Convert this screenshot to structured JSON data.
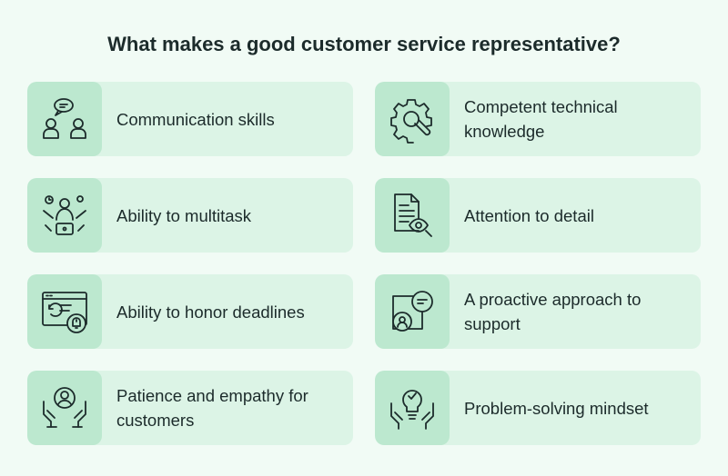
{
  "title": "What makes a good customer service representative?",
  "items": [
    {
      "label": "Communication skills",
      "icon": "communication-icon"
    },
    {
      "label": "Competent technical knowledge",
      "icon": "gear-wrench-icon"
    },
    {
      "label": "Ability to multitask",
      "icon": "multitask-icon"
    },
    {
      "label": "Attention to detail",
      "icon": "document-eye-icon"
    },
    {
      "label": "Ability to honor deadlines",
      "icon": "calendar-alarm-icon"
    },
    {
      "label": "A proactive approach to support",
      "icon": "support-chat-icon"
    },
    {
      "label": "Patience and empathy for customers",
      "icon": "hands-person-icon"
    },
    {
      "label": "Problem-solving mindset",
      "icon": "lightbulb-hands-icon"
    }
  ],
  "colors": {
    "background": "#f1fbf5",
    "card": "#dcf4e6",
    "icon_box": "#bce8cf",
    "text": "#1c2b2b"
  }
}
